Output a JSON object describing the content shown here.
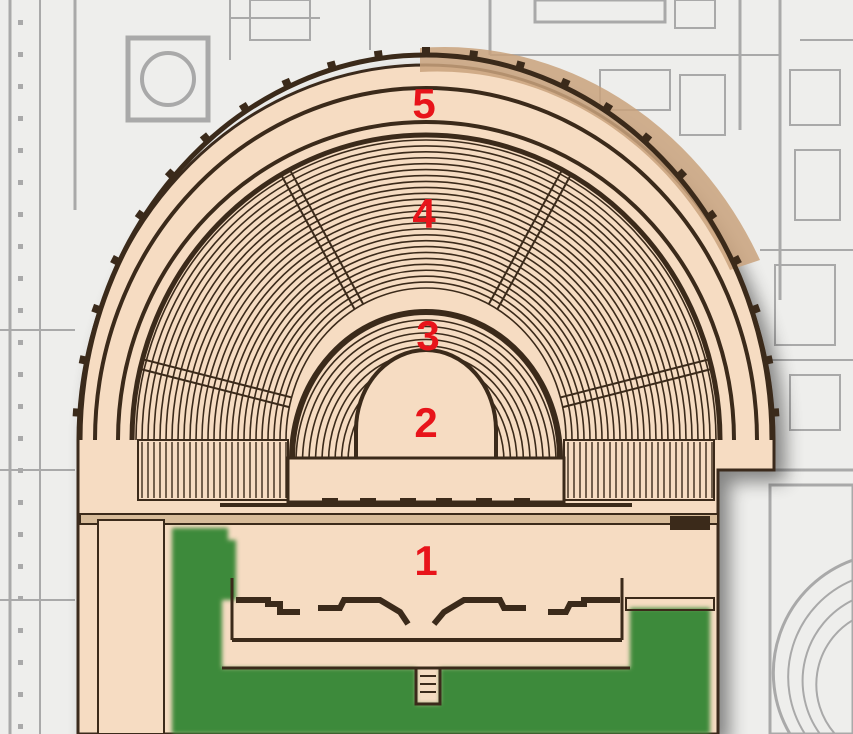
{
  "labels": {
    "n1": "1",
    "n2": "2",
    "n3": "3",
    "n4": "4",
    "n5": "5"
  },
  "colors": {
    "background": "#eeeeec",
    "plan_lines": "#a9a9a9",
    "theatre_fill": "#f6dcc2",
    "outline": "#3b2a1a",
    "garden": "#3e8a3a",
    "label": "#e8141a",
    "portico_band": "#d8bc9a"
  },
  "seating": {
    "lower_rows": 9,
    "upper_rows": 26,
    "stairways": 5
  }
}
